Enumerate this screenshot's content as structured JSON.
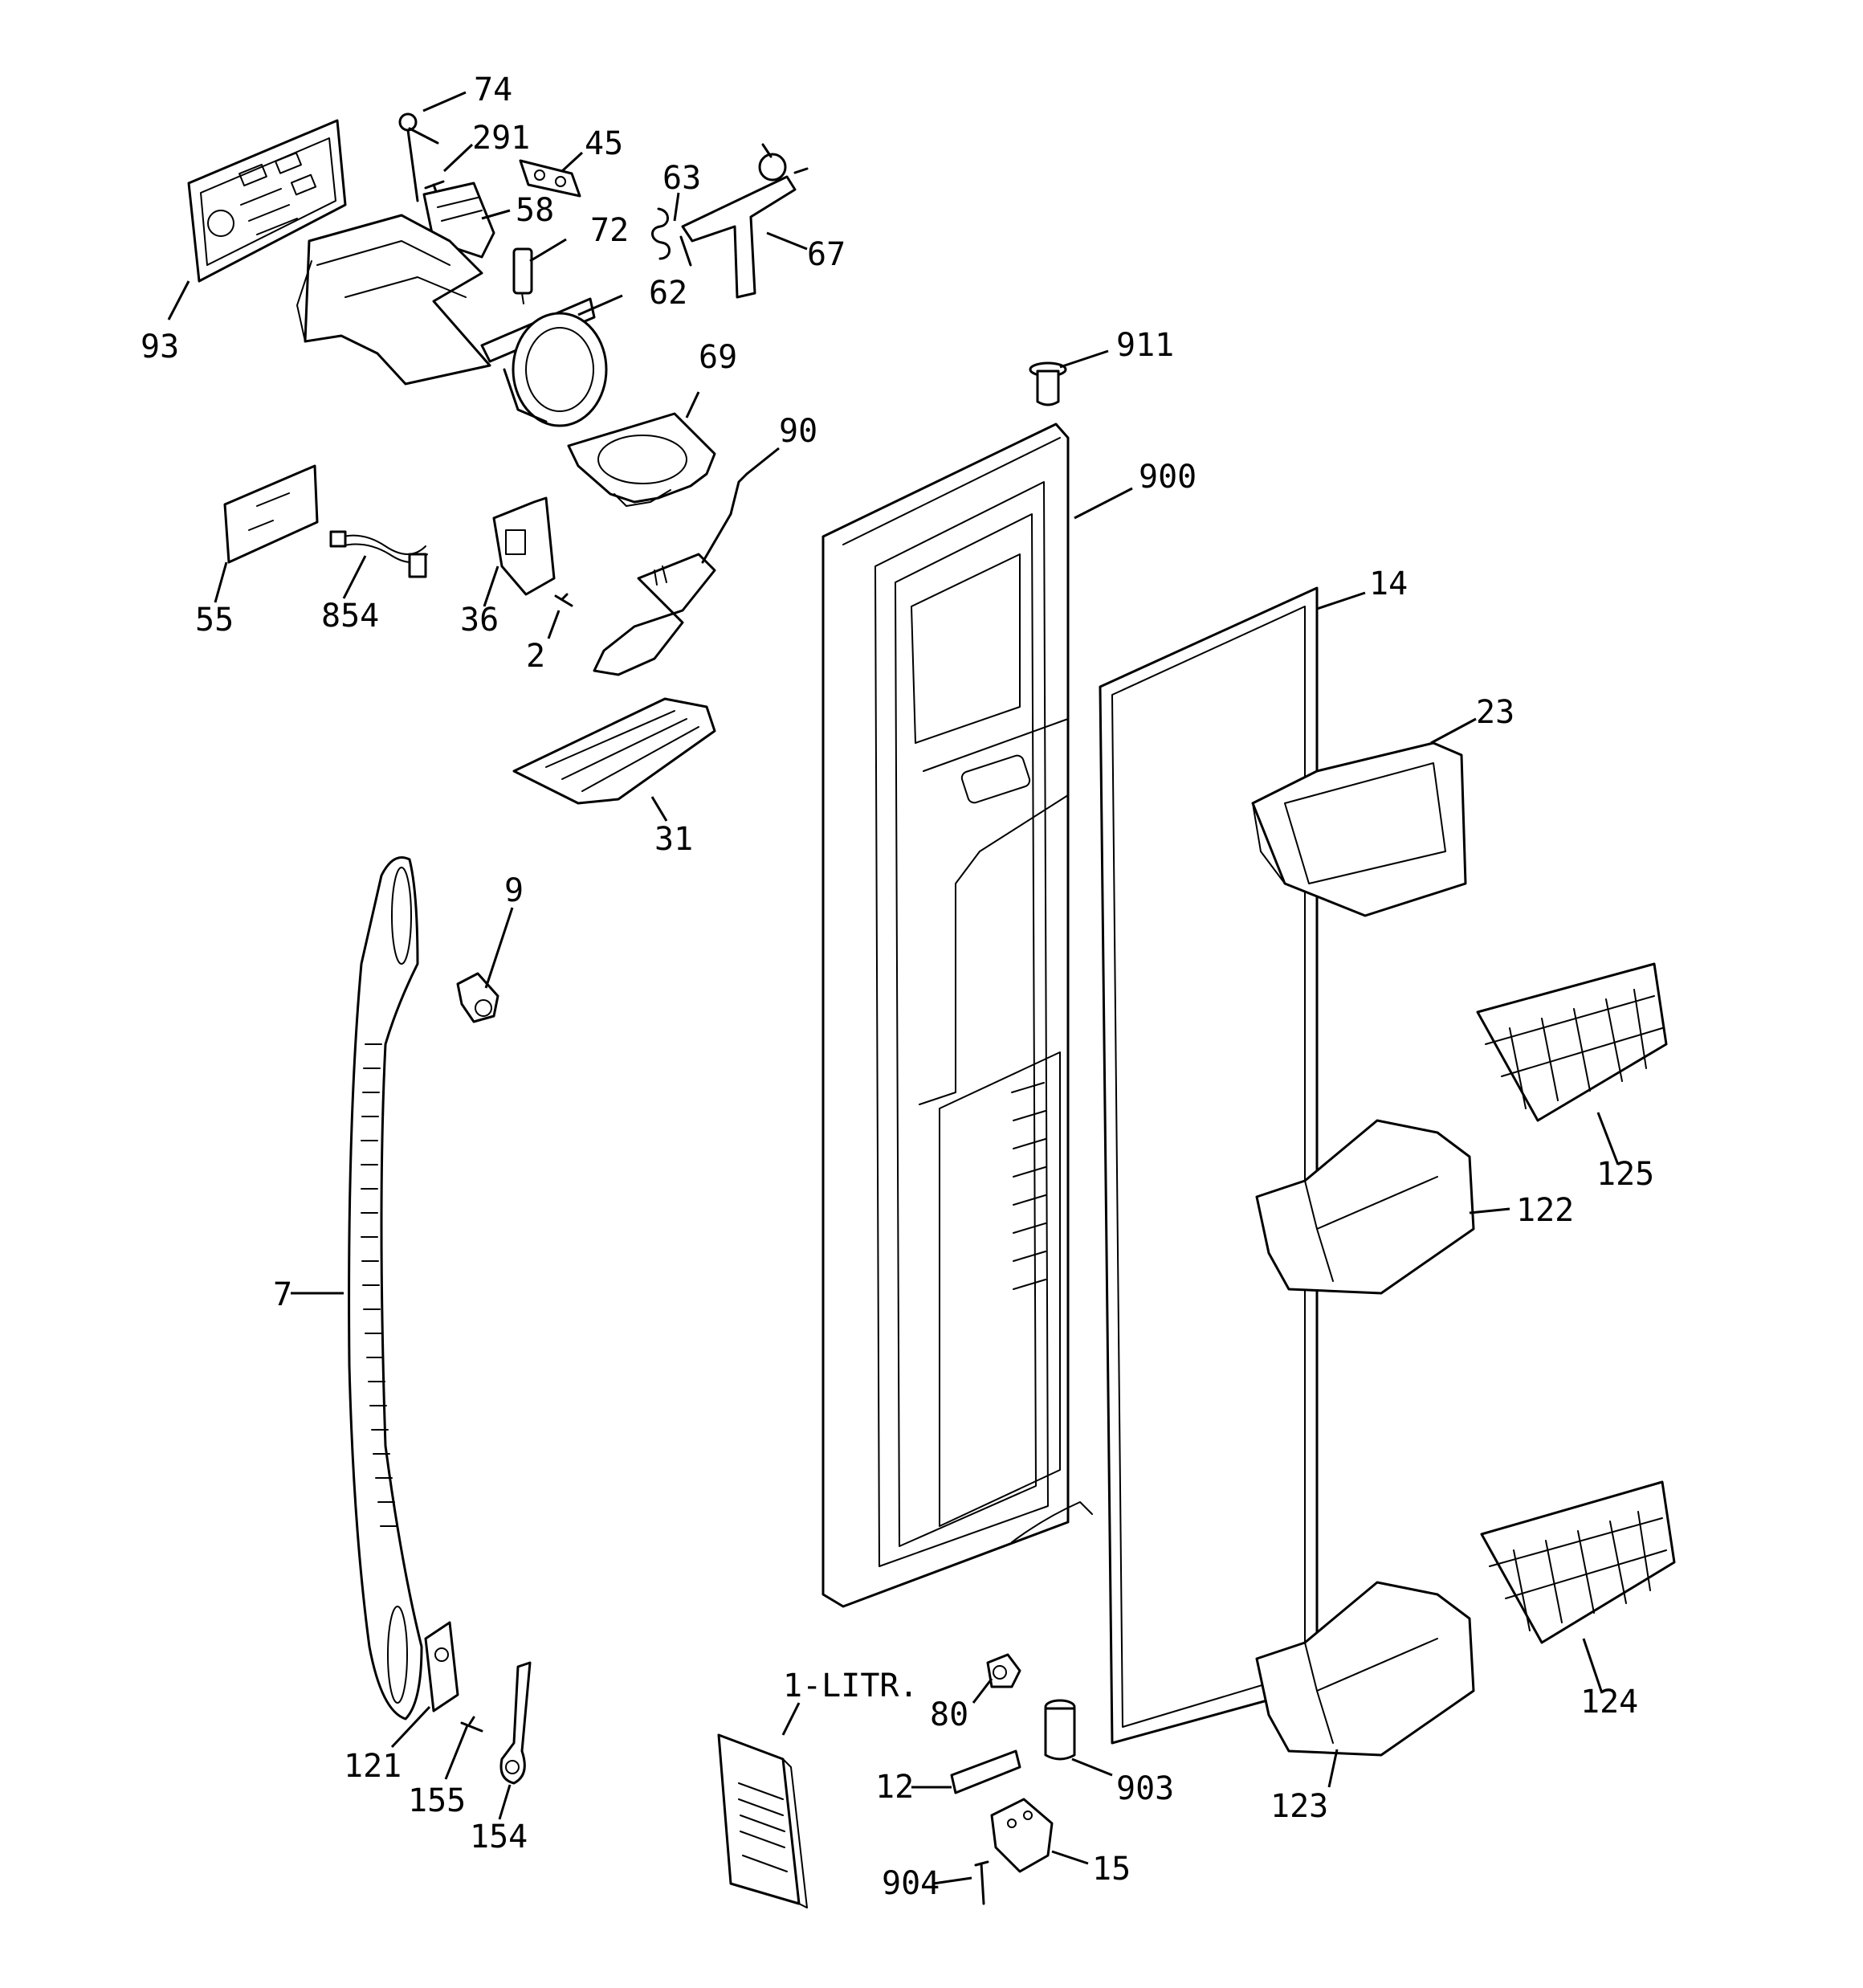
{
  "diagram": {
    "labels": {
      "p74": "74",
      "p291": "291",
      "p45": "45",
      "p63": "63",
      "p58": "58",
      "p72": "72",
      "p67": "67",
      "p62": "62",
      "p93": "93",
      "p911": "911",
      "p69": "69",
      "p90": "90",
      "p900": "900",
      "p55": "55",
      "p854": "854",
      "p36": "36",
      "p2": "2",
      "p14": "14",
      "p23": "23",
      "p31": "31",
      "p9": "9",
      "p7": "7",
      "p125": "125",
      "p122": "122",
      "p124": "124",
      "p80": "80",
      "p1litr": "1-LITR.",
      "p903": "903",
      "p12": "12",
      "p121": "121",
      "p155": "155",
      "p154": "154",
      "p123": "123",
      "p904": "904",
      "p15": "15"
    }
  }
}
